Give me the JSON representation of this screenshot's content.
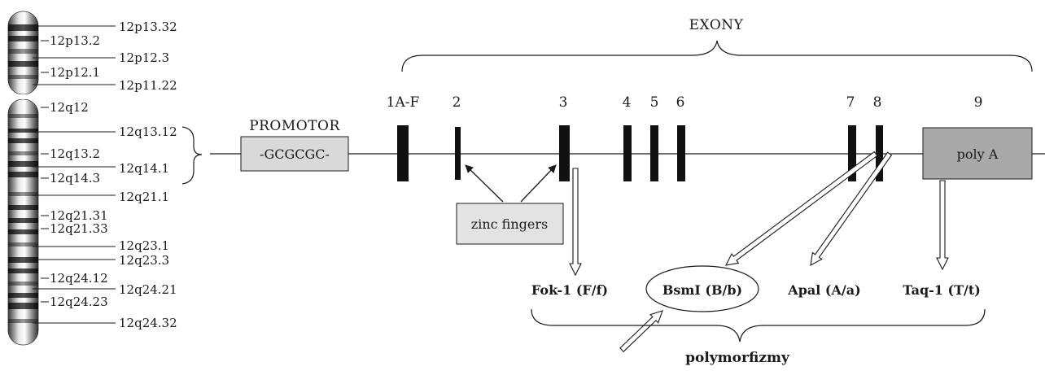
{
  "chromosome": {
    "p_bands": [
      "12p13.32",
      "12p13.2",
      "12p12.3",
      "12p12.1",
      "12p11.22"
    ],
    "q_bands": [
      "12q12",
      "12q13.12",
      "12q13.2",
      "12q14.1",
      "12q14.3",
      "12q21.1",
      "12q21.31",
      "12q21.33",
      "12q23.1",
      "12q23.3",
      "12q24.12",
      "12q24.21",
      "12q24.23",
      "12q24.32"
    ]
  },
  "gene": {
    "exony_label": "EXONY",
    "promoter_label": "PROMOTOR",
    "promoter_sequence": "-GCGCGC-",
    "exon_labels": [
      "1A-F",
      "2",
      "3",
      "4",
      "5",
      "6",
      "7",
      "8",
      "9"
    ],
    "polya_label": "poly A",
    "zinc_label": "zinc fingers"
  },
  "polymorphisms": {
    "title": "polymorfizmy",
    "items": [
      "Fok-1 (F/f)",
      "BsmI (B/b)",
      "Apal (A/a)",
      "Taq-1 (T/t)"
    ]
  }
}
